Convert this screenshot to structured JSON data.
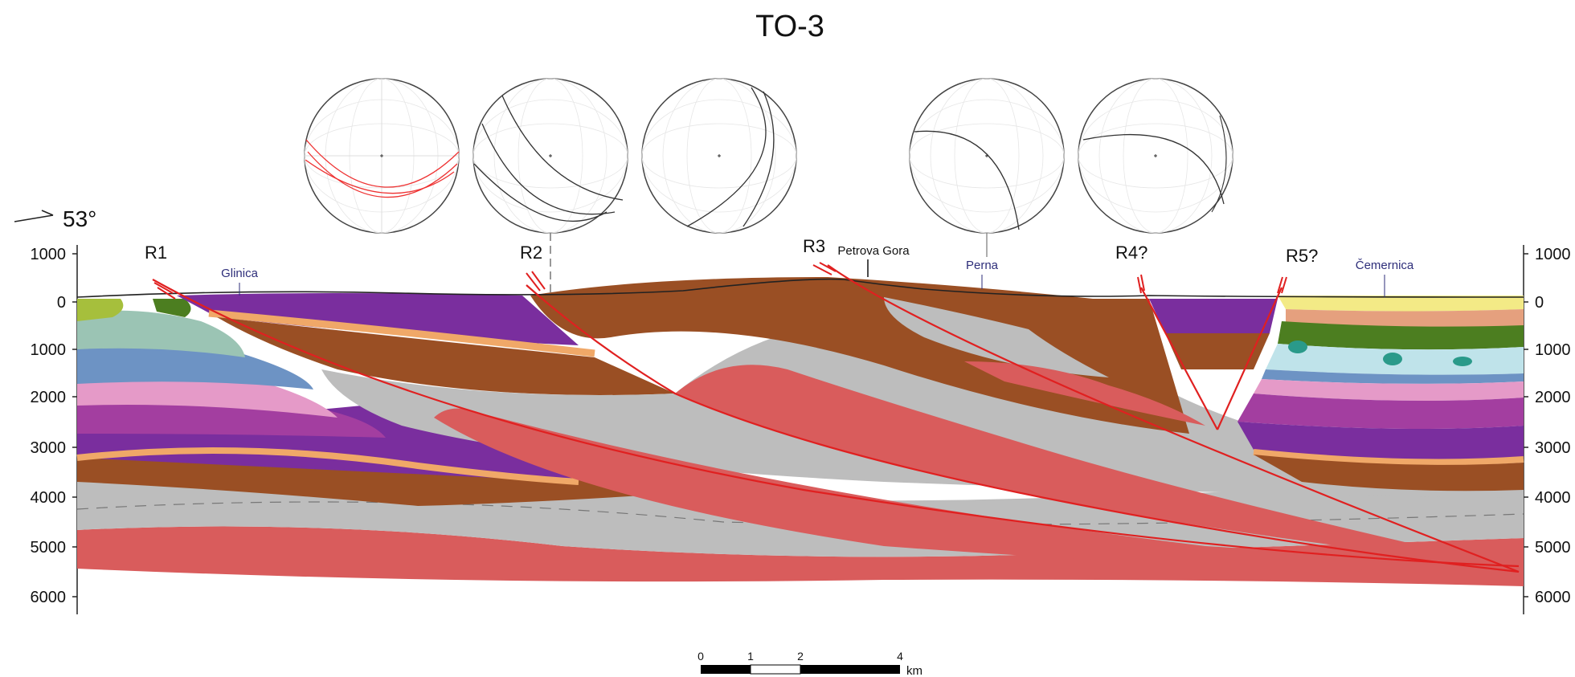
{
  "title": "TO-3",
  "orientation": {
    "label": "53°"
  },
  "depth_axis": {
    "ticks": [
      "1000",
      "0",
      "1000",
      "2000",
      "3000",
      "4000",
      "5000",
      "6000"
    ]
  },
  "faults": [
    {
      "id": "r1",
      "label": "R1"
    },
    {
      "id": "r2",
      "label": "R2"
    },
    {
      "id": "r3",
      "label": "R3"
    },
    {
      "id": "r4",
      "label": "R4?"
    },
    {
      "id": "r5",
      "label": "R5?"
    }
  ],
  "places": {
    "glinica": "Glinica",
    "petrova_gora": "Petrova Gora",
    "perna": "Perna",
    "cemernica": "Čemernica"
  },
  "stereonets": [
    {
      "id": "s1",
      "planes": "red"
    },
    {
      "id": "s2",
      "planes": "black"
    },
    {
      "id": "s3",
      "planes": "black"
    },
    {
      "id": "s4",
      "planes": "black"
    },
    {
      "id": "s5",
      "planes": "black"
    }
  ],
  "scale_bar": {
    "ticks": [
      "0",
      "1",
      "2",
      "4"
    ],
    "unit": "km"
  },
  "colors": {
    "red_unit": "#d95c5c",
    "grey_unit": "#bdbdbd",
    "brown_unit": "#9a4f24",
    "purple_unit": "#7a2e9e",
    "magenta_unit": "#a33ea0",
    "pink_unit": "#e59ac8",
    "blue_unit": "#6d93c4",
    "lightblue_unit": "#bfe3ea",
    "teal_unit": "#9bc4b4",
    "green_unit": "#4c7e20",
    "olive_unit": "#a6bf3c",
    "salmon_unit": "#e5a07e",
    "yellow_unit": "#f3ea86",
    "orange_band": "#f0a868",
    "fault_line": "#e02020"
  }
}
